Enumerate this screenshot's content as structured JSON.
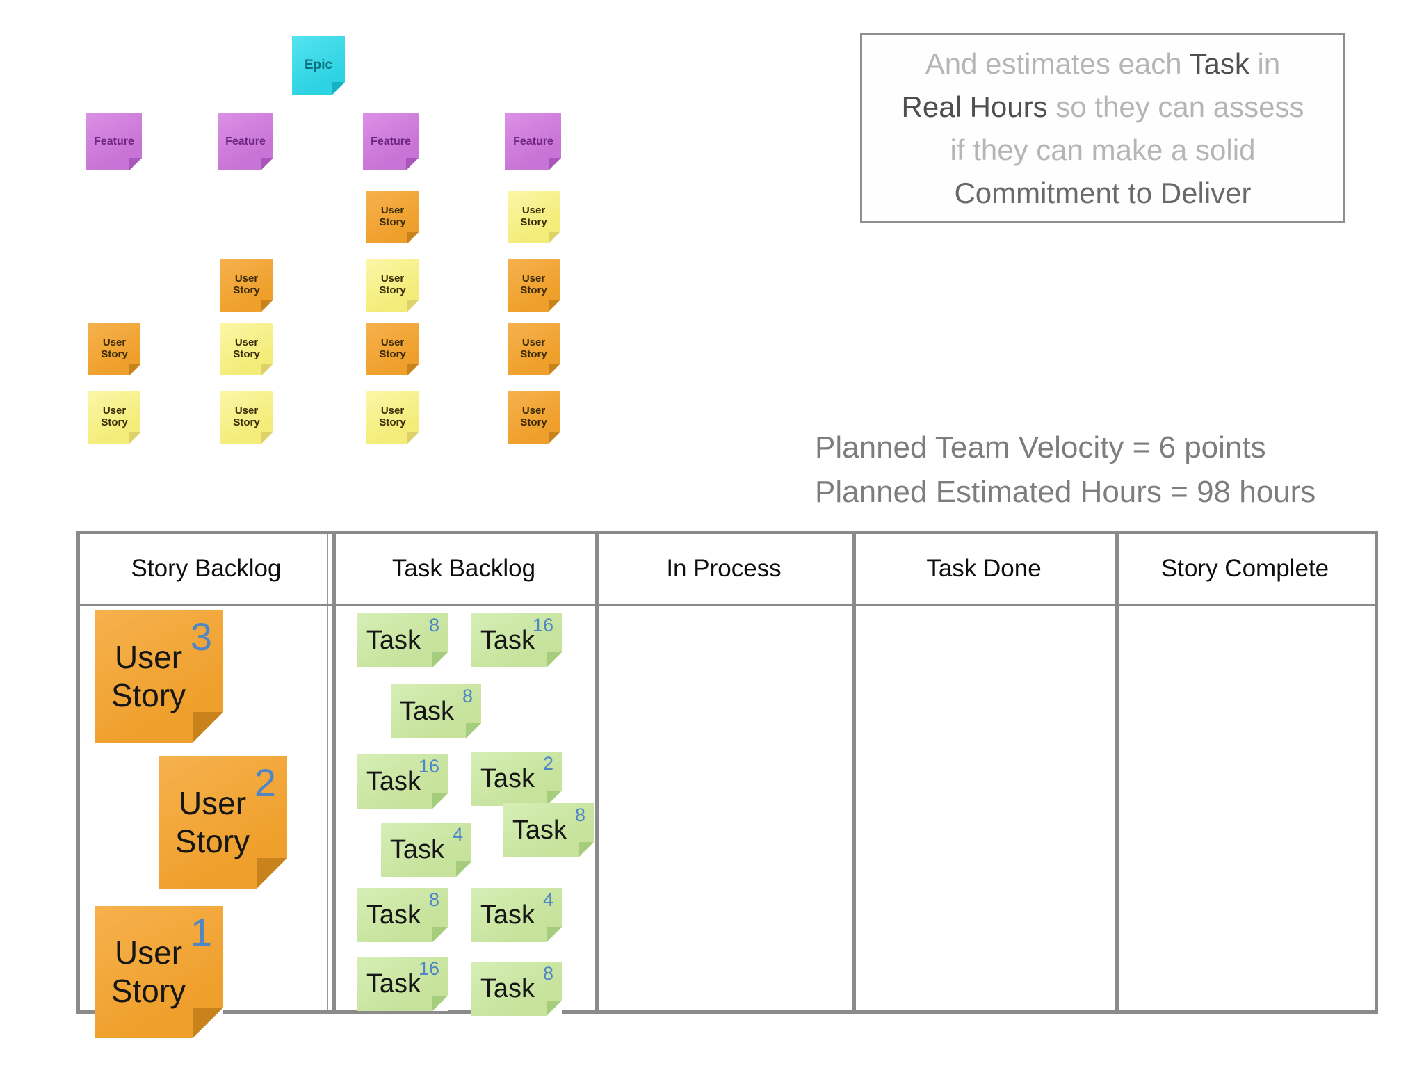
{
  "annotation": {
    "lines": [
      [
        {
          "text": "And estimates each ",
          "tone": "light"
        },
        {
          "text": "Task",
          "tone": "dark"
        },
        {
          "text": " in",
          "tone": "light"
        }
      ],
      [
        {
          "text": "Real Hours",
          "tone": "dark"
        },
        {
          "text": " so they can assess",
          "tone": "light"
        }
      ],
      [
        {
          "text": "if they can make a solid",
          "tone": "light"
        }
      ],
      [
        {
          "text": "Commitment to Deliver",
          "tone": "med"
        }
      ]
    ]
  },
  "planning": {
    "velocity_line": "Planned Team Velocity = 6 points",
    "hours_line": "Planned Estimated Hours = 98 hours"
  },
  "board": {
    "columns": [
      "Story Backlog",
      "Task Backlog",
      "In Process",
      "Task Done",
      "Story Complete"
    ]
  },
  "hierarchy": {
    "epic": {
      "label": "Epic",
      "color": "cyan"
    },
    "features": [
      {
        "label": "Feature"
      },
      {
        "label": "Feature"
      },
      {
        "label": "Feature"
      },
      {
        "label": "Feature"
      }
    ],
    "story_label": "User Story",
    "stories": [
      {
        "col": 0,
        "row": 2,
        "color": "orange"
      },
      {
        "col": 0,
        "row": 3,
        "color": "yellow"
      },
      {
        "col": 1,
        "row": 1,
        "color": "orange"
      },
      {
        "col": 1,
        "row": 2,
        "color": "yellow"
      },
      {
        "col": 1,
        "row": 3,
        "color": "yellow"
      },
      {
        "col": 2,
        "row": 0,
        "color": "orange"
      },
      {
        "col": 2,
        "row": 1,
        "color": "yellow"
      },
      {
        "col": 2,
        "row": 2,
        "color": "orange"
      },
      {
        "col": 2,
        "row": 3,
        "color": "yellow"
      },
      {
        "col": 3,
        "row": 0,
        "color": "yellow"
      },
      {
        "col": 3,
        "row": 1,
        "color": "orange"
      },
      {
        "col": 3,
        "row": 2,
        "color": "orange"
      },
      {
        "col": 3,
        "row": 3,
        "color": "orange"
      }
    ]
  },
  "story_backlog": {
    "card_label": "User Story",
    "cards": [
      {
        "points": "3"
      },
      {
        "points": "2"
      },
      {
        "points": "1"
      }
    ]
  },
  "task_backlog": {
    "card_label": "Task",
    "cards": [
      {
        "hours": "8"
      },
      {
        "hours": "16"
      },
      {
        "hours": "8"
      },
      {
        "hours": "16"
      },
      {
        "hours": "2"
      },
      {
        "hours": "8"
      },
      {
        "hours": "4"
      },
      {
        "hours": "8"
      },
      {
        "hours": "4"
      },
      {
        "hours": "16"
      },
      {
        "hours": "8"
      }
    ]
  },
  "colors": {
    "points_badge_blue": "#4f86c5",
    "table_border_gray": "#8a8a8a",
    "palette": {
      "cyan": {
        "light": "#55e3ef",
        "base": "#2ed3e3",
        "fold": "#15b2c6",
        "text": "#0b6f7f"
      },
      "purple": {
        "light": "#db90e5",
        "base": "#c873d6",
        "fold": "#a856ba",
        "text": "#6e2580"
      },
      "orange": {
        "light": "#f6b14e",
        "base": "#efa02c",
        "fold": "#c8831c",
        "text": "#3a2a06"
      },
      "yellow": {
        "light": "#fbf7a8",
        "base": "#f4ec79",
        "fold": "#ddd26a",
        "text": "#3a2a06"
      },
      "green": {
        "light": "#d6eeb6",
        "base": "#c6e29b",
        "fold": "#a6cd7e",
        "text": "#161616"
      }
    }
  }
}
